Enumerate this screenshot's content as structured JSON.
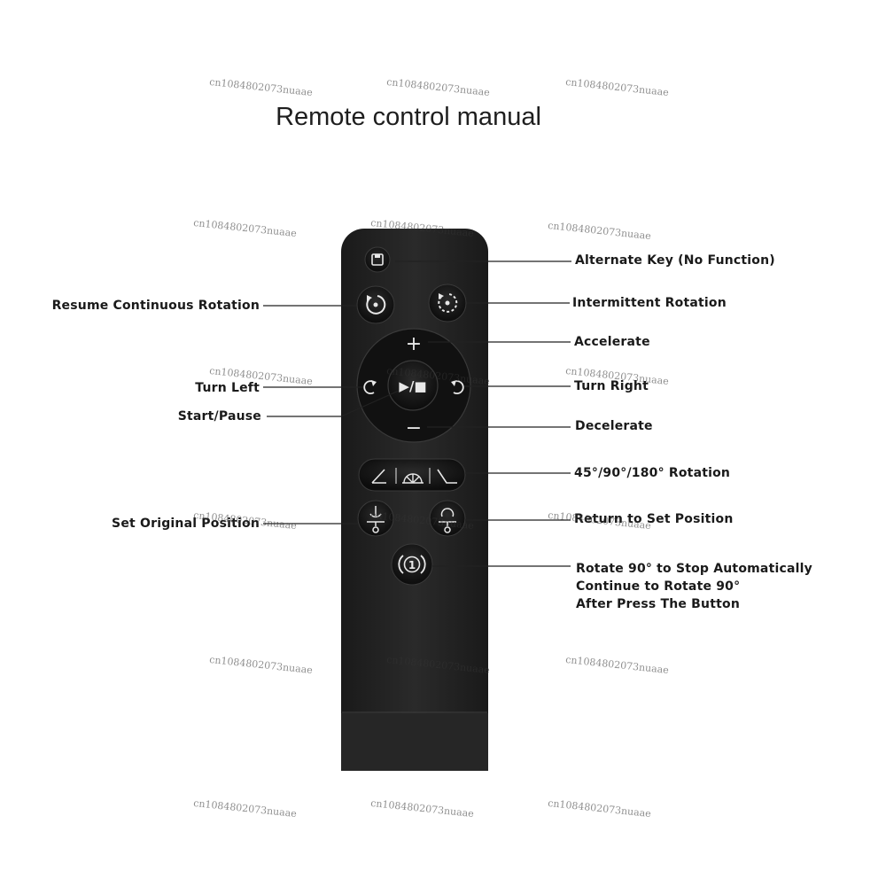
{
  "title": "Remote control manual",
  "labels": {
    "alternate_key": "Alternate Key (No Function)",
    "resume_rotation": "Resume Continuous Rotation",
    "intermittent": "Intermittent Rotation",
    "accelerate": "Accelerate",
    "turn_left": "Turn Left",
    "turn_right": "Turn Right",
    "start_pause": "Start/Pause",
    "decelerate": "Decelerate",
    "angle_rotation": "45°/90°/180° Rotation",
    "set_original": "Set Original Position",
    "return_position": "Return to Set Position",
    "rotate_line1": "Rotate 90° to Stop Automatically",
    "rotate_line2": "Continue to Rotate 90°",
    "rotate_line3": "After Press The Button"
  },
  "buttons": {
    "center_symbol": "▶/■",
    "one_symbol": "1",
    "plus_symbol": "+",
    "minus_symbol": "−"
  },
  "watermark": "cn1084802073nuaae",
  "colors": {
    "remote_body": "#222222",
    "button": "#101010",
    "button_ring": "#3a3a3a",
    "symbol": "#e8e8e8",
    "leader_line": "#222222"
  }
}
